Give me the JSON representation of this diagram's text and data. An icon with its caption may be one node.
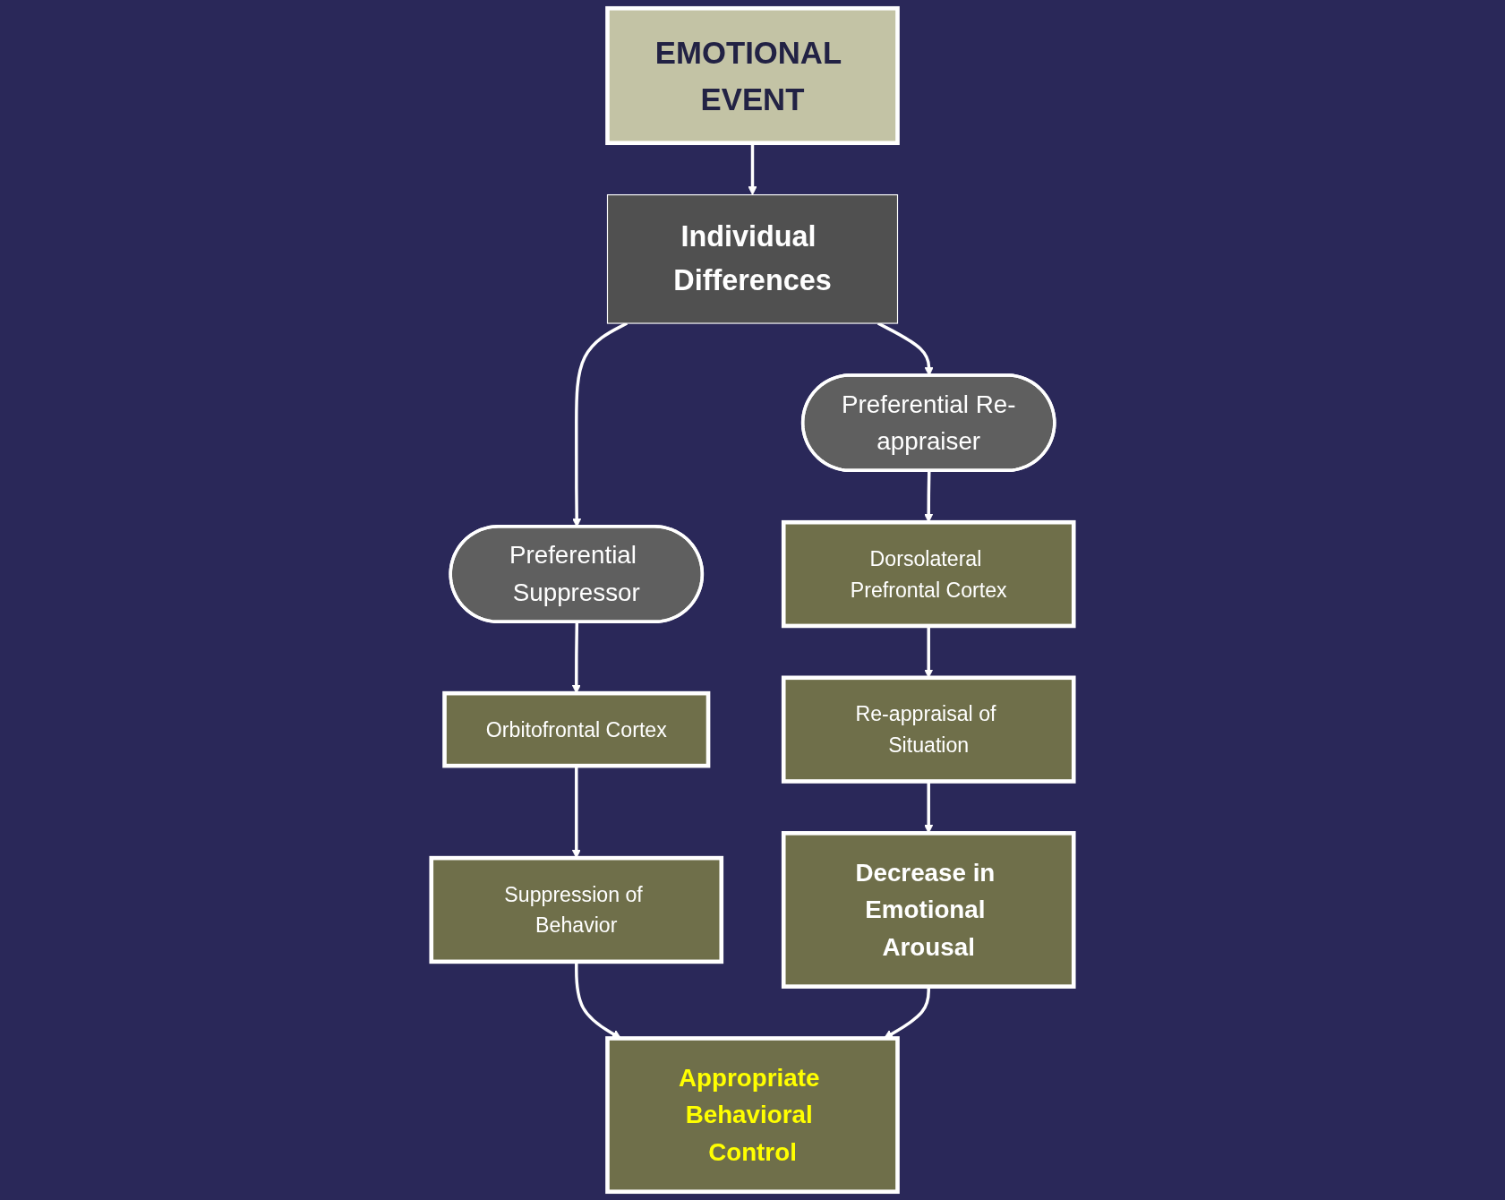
{
  "diagram": {
    "nodes": [
      {
        "text": [
          "EMOTIONAL EVENT"
        ]
      },
      {
        "text": [
          "Individual Differences"
        ]
      },
      {
        "text": [
          "Preferential Suppressor"
        ]
      },
      {
        "text": [
          "Preferential Re-appraiser"
        ]
      },
      {
        "text": [
          "Orbitofrontal Cortex"
        ]
      },
      {
        "text": [
          "Suppression of Behavior"
        ]
      },
      {
        "text": [
          "Appropriate Behavioral Control"
        ]
      },
      {
        "text": [
          "Dorsolateral Prefrontal Cortex"
        ]
      },
      {
        "text": [
          "Re-appraisal of Situation"
        ]
      },
      {
        "text": [
          "Decrease in Emotional Arousal"
        ]
      }
    ],
    "edges": [
      {
        "from": 0,
        "to": 1,
        "arrow": "to"
      },
      {
        "from": 1,
        "to": 2,
        "arrow": "to"
      },
      {
        "from": 1,
        "to": 3,
        "arrow": "to"
      },
      {
        "from": 2,
        "to": 4,
        "arrow": "to"
      },
      {
        "from": 4,
        "to": 5,
        "arrow": "to"
      },
      {
        "from": 5,
        "to": 6,
        "arrow": "to"
      },
      {
        "from": 3,
        "to": 7,
        "arrow": "to"
      },
      {
        "from": 7,
        "to": 8,
        "arrow": "to"
      },
      {
        "from": 8,
        "to": 9,
        "arrow": "to"
      },
      {
        "from": 9,
        "to": 6,
        "arrow": "to"
      }
    ]
  }
}
